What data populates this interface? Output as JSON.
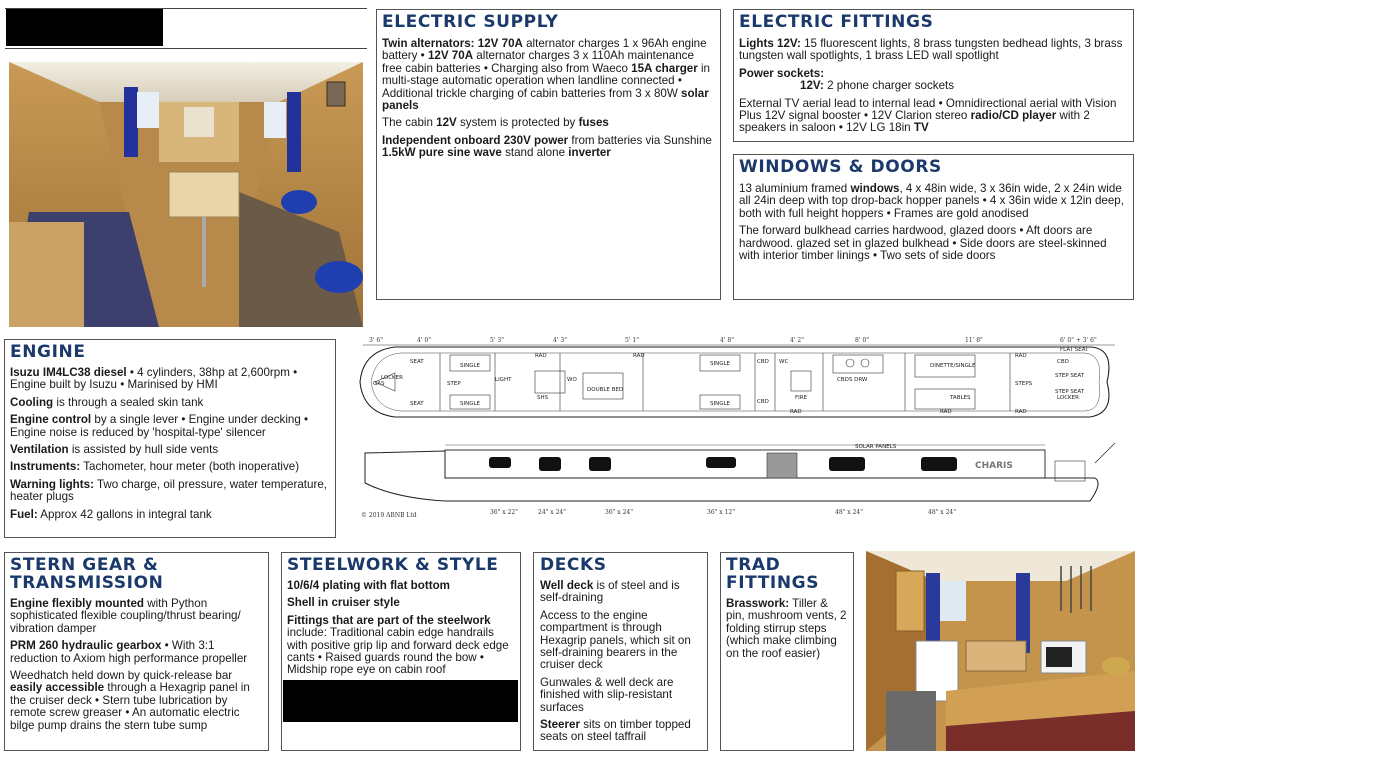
{
  "electric_supply": {
    "title": "ELECTRIC SUPPLY",
    "p1": [
      {
        "b": true,
        "t": "Twin alternators: 12V 70A"
      },
      {
        "b": false,
        "t": " alternator charges 1 x 96Ah engine battery • "
      },
      {
        "b": true,
        "t": "12V 70A"
      },
      {
        "b": false,
        "t": " alternator charges 3 x 110Ah maintenance free cabin batteries • Charging also from Waeco "
      },
      {
        "b": true,
        "t": "15A charger"
      },
      {
        "b": false,
        "t": " in multi-stage automatic operation when landline connected • Additional trickle charging of cabin batteries from 3 x 80W "
      },
      {
        "b": true,
        "t": "solar panels"
      }
    ],
    "p2": [
      {
        "b": false,
        "t": "The cabin "
      },
      {
        "b": true,
        "t": "12V"
      },
      {
        "b": false,
        "t": " system is protected by "
      },
      {
        "b": true,
        "t": "fuses"
      }
    ],
    "p3": [
      {
        "b": true,
        "t": "Independent onboard 230V power"
      },
      {
        "b": false,
        "t": " from batteries via Sunshine "
      },
      {
        "b": true,
        "t": "1.5kW pure sine wave"
      },
      {
        "b": false,
        "t": " stand alone "
      },
      {
        "b": true,
        "t": "inverter"
      }
    ]
  },
  "electric_fittings": {
    "title": "ELECTRIC FITTINGS",
    "p1": [
      {
        "b": true,
        "t": "Lights 12V:"
      },
      {
        "b": false,
        "t": " 15 fluorescent lights, 8 brass tungsten bedhead lights, 3 brass tungsten wall spotlights, 1 brass LED wall spotlight"
      }
    ],
    "p2_head": "Power sockets:",
    "p2_line": [
      {
        "b": true,
        "t": "12V:"
      },
      {
        "b": false,
        "t": " 2 phone charger sockets"
      }
    ],
    "p3": [
      {
        "b": false,
        "t": "External TV aerial lead to internal lead • Omnidirectional aerial with Vision Plus 12V signal booster • 12V Clarion stereo "
      },
      {
        "b": true,
        "t": "radio/CD player"
      },
      {
        "b": false,
        "t": " with 2 speakers in saloon • 12V LG 18in "
      },
      {
        "b": true,
        "t": "TV"
      }
    ]
  },
  "windows_doors": {
    "title": "WINDOWS & DOORS",
    "p1": [
      {
        "b": false,
        "t": "13 aluminium framed "
      },
      {
        "b": true,
        "t": "windows"
      },
      {
        "b": false,
        "t": ", 4 x 48in wide, 3 x 36in wide, 2 x 24in wide all 24in deep with top drop-back hopper panels • 4 x 36in wide x 12in deep, both with full height hoppers • Frames are gold anodised"
      }
    ],
    "p2": [
      {
        "b": false,
        "t": "The forward bulkhead carries hardwood, glazed doors • Aft doors are hardwood. glazed set in glazed bulkhead • Side doors are steel-skinned with interior timber linings • Two sets of side doors"
      }
    ]
  },
  "engine": {
    "title": "ENGINE",
    "paras": [
      [
        {
          "b": true,
          "t": "Isuzu IM4LC38 diesel"
        },
        {
          "b": false,
          "t": " • 4 cylinders, 38hp at 2,600rpm • Engine built by Isuzu • Marinised by HMI"
        }
      ],
      [
        {
          "b": true,
          "t": "Cooling"
        },
        {
          "b": false,
          "t": " is through a sealed skin tank"
        }
      ],
      [
        {
          "b": true,
          "t": "Engine control"
        },
        {
          "b": false,
          "t": " by a single lever • Engine under decking • Engine noise is reduced by 'hospital-type' silencer"
        }
      ],
      [
        {
          "b": true,
          "t": "Ventilation"
        },
        {
          "b": false,
          "t": " is assisted by hull side vents"
        }
      ],
      [
        {
          "b": true,
          "t": "Instruments:"
        },
        {
          "b": false,
          "t": " Tachometer, hour meter (both inoperative)"
        }
      ],
      [
        {
          "b": true,
          "t": "Warning lights:"
        },
        {
          "b": false,
          "t": " Two charge, oil pressure, water temperature, heater plugs"
        }
      ],
      [
        {
          "b": true,
          "t": "Fuel:"
        },
        {
          "b": false,
          "t": " Approx 42 gallons in integral tank"
        }
      ]
    ]
  },
  "stern_gear": {
    "title": "STERN GEAR & TRANSMISSION",
    "paras": [
      [
        {
          "b": true,
          "t": "Engine flexibly mounted"
        },
        {
          "b": false,
          "t": " with Python sophisticated flexible coupling/thrust bearing/ vibration damper"
        }
      ],
      [
        {
          "b": true,
          "t": "PRM 260 hydraulic gearbox"
        },
        {
          "b": false,
          "t": " • With 3:1 reduction to Axiom high performance propeller"
        }
      ],
      [
        {
          "b": false,
          "t": "Weedhatch held down by quick-release bar "
        },
        {
          "b": true,
          "t": "easily accessible"
        },
        {
          "b": false,
          "t": " through a Hexagrip panel in the cruiser deck • Stern tube lubrication by remote screw greaser • An automatic electric bilge pump drains the stern tube sump"
        }
      ]
    ]
  },
  "steelwork": {
    "title": "STEELWORK & STYLE",
    "paras": [
      [
        {
          "b": true,
          "t": "10/6/4 plating with flat bottom"
        }
      ],
      [
        {
          "b": true,
          "t": "Shell in cruiser style"
        }
      ],
      [
        {
          "b": true,
          "t": "Fittings that are part of the steelwork"
        },
        {
          "b": false,
          "t": " include: Traditional cabin edge handrails with positive grip lip and forward deck edge cants • Raised guards round the bow • Midship rope eye on cabin roof"
        }
      ]
    ]
  },
  "decks": {
    "title": "DECKS",
    "paras": [
      [
        {
          "b": true,
          "t": "Well deck"
        },
        {
          "b": false,
          "t": " is of steel and is self-draining"
        }
      ],
      [
        {
          "b": false,
          "t": "Access to the engine compartment is through Hexagrip panels, which sit on self-draining bearers in the cruiser deck"
        }
      ],
      [
        {
          "b": false,
          "t": "Gunwales & well deck are finished with slip-resistant surfaces"
        }
      ],
      [
        {
          "b": true,
          "t": "Steerer"
        },
        {
          "b": false,
          "t": " sits on timber topped seats on steel taffrail"
        }
      ]
    ]
  },
  "trad_fittings": {
    "title": "TRAD FITTINGS",
    "paras": [
      [
        {
          "b": true,
          "t": "Brasswork:"
        },
        {
          "b": false,
          "t": " Tiller & pin, mushroom vents, 2 folding stirrup steps (which make climbing on the roof easier)"
        }
      ]
    ]
  },
  "plan": {
    "dims_top": [
      "3' 6\"",
      "4' 0\"",
      "5' 3\"",
      "4' 3\"",
      "5' 1\"",
      "4' 8\"",
      "4' 2\"",
      "8' 0\"",
      "11' 8\"",
      "6' 0\" + 3' 6\""
    ],
    "labels": [
      "SEAT",
      "SEAT",
      "SINGLE",
      "SINGLE",
      "RAD",
      "RAD",
      "SINGLE",
      "SINGLE",
      "RAD",
      "RAD",
      "RAD",
      "RAD",
      "DOUBLE BED",
      "CBD",
      "WC",
      "CBD",
      "SHS",
      "WO",
      "STEP",
      "STEPS",
      "DINETTE/SINGLE",
      "TABLES",
      "CBDS DRW",
      "GAS",
      "CBD",
      "LOCKER",
      "LOCKER",
      "FIRE",
      "LIGHT",
      "STEP SEAT",
      "STEP SEAT",
      "FLAT SEAT"
    ],
    "dims_bottom": [
      "36\" x 22\"",
      "24\" x 24\"",
      "36\" x 24\"",
      "36\" x 12\"",
      "48\" x 24\"",
      "48\" x 24\""
    ],
    "solar_label": "SOLAR PANELS",
    "boat_name": "CHARIS",
    "copyright": "© 2019 ABNB Ltd"
  },
  "colors": {
    "heading": "#1b3a6b",
    "border": "#555555",
    "redacted": "#000000"
  }
}
